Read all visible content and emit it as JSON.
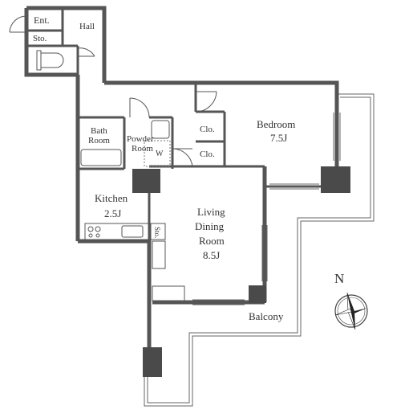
{
  "rooms": {
    "entrance": "Ent.",
    "storage": "Sto.",
    "hall": "Hall",
    "bath_line1": "Bath",
    "bath_line2": "Room",
    "powder_line1": "Powder",
    "powder_line2": "Room",
    "washer_mark": "W",
    "closet_1": "Clo.",
    "closet_2": "Clo.",
    "bedroom_name": "Bedroom",
    "bedroom_size": "7.5J",
    "kitchen_name": "Kitchen",
    "kitchen_size": "2.5J",
    "kitchen_storage": "Sto.",
    "living_line1": "Living",
    "living_line2": "Dining",
    "living_line3": "Room",
    "living_size": "8.5J",
    "balcony": "Balcony"
  },
  "compass": {
    "north_label": "N"
  },
  "colors": {
    "wall": "#555555",
    "pillar": "#4a4a4a",
    "thin_line": "#666666"
  }
}
